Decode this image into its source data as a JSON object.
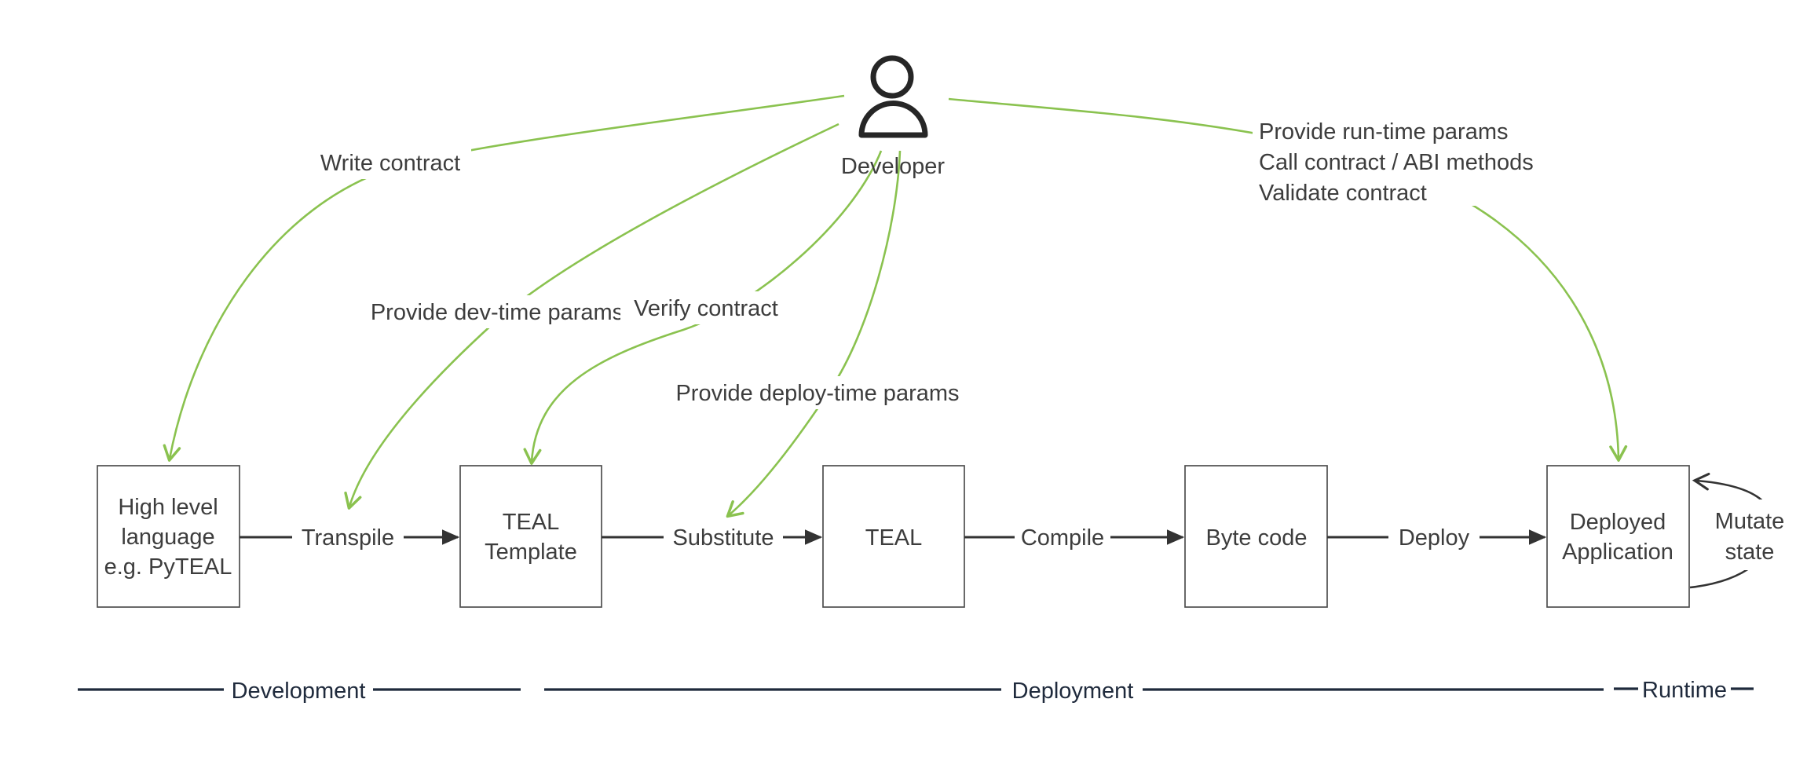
{
  "diagram": {
    "developer": {
      "label": "Developer"
    },
    "actions": {
      "write": "Write contract",
      "dev_time": "Provide dev-time params",
      "verify": "Verify contract",
      "deploy_time": "Provide deploy-time params"
    },
    "runtime_actions": {
      "line1": "Provide run-time params",
      "line2": "Call contract / ABI methods",
      "line3": "Validate contract"
    },
    "mutate": {
      "line1": "Mutate",
      "line2": "state"
    },
    "nodes": {
      "high_level": {
        "line1": "High level",
        "line2": "language",
        "line3": "e.g. PyTEAL"
      },
      "teal_template": {
        "line1": "TEAL",
        "line2": "Template"
      },
      "teal": {
        "line1": "TEAL"
      },
      "byte_code": {
        "line1": "Byte code"
      },
      "deployed_app": {
        "line1": "Deployed",
        "line2": "Application"
      }
    },
    "transitions": {
      "transpile": "Transpile",
      "substitute": "Substitute",
      "compile": "Compile",
      "deploy": "Deploy"
    },
    "phases": {
      "development": "Development",
      "deployment": "Deployment",
      "runtime": "Runtime"
    },
    "colors": {
      "green": "#8ac24f",
      "ink": "#333333",
      "text": "#3d3d3d",
      "phase": "#1f2a3c",
      "icon": "#262626",
      "box_border": "#4f4f4f",
      "background": "#ffffff"
    }
  }
}
